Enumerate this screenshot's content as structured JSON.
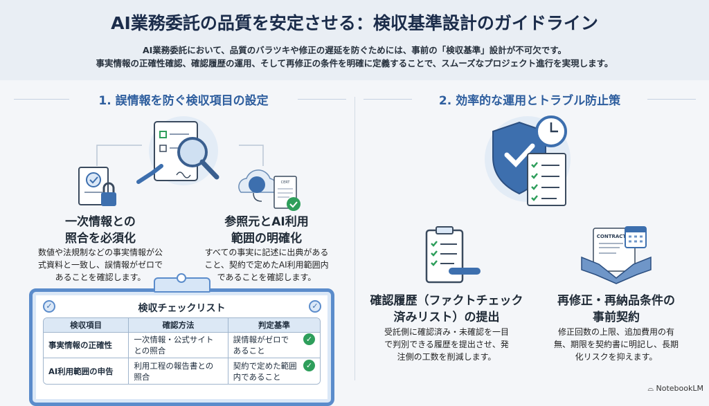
{
  "title": "AI業務委託の品質を安定させる：検収基準設計のガイドライン",
  "subtitle": [
    "AI業務委託において、品質のバラツキや修正の遅延を防ぐためには、事前の「検収基準」設計が不可欠です。",
    "事実情報の正確性確認、確認履歴の運用、そして再修正の条件を明確に定義することで、スムーズなプロジェクト進行を実現します。"
  ],
  "section1": {
    "heading": "1. 誤情報を防ぐ検収項目の設定",
    "items": [
      {
        "title": [
          "一次情報との",
          "照合を必須化"
        ],
        "body": [
          "数値や法規制などの事実情報が公",
          "式資料と一致し、誤情報がゼロで",
          "あることを確認します。"
        ]
      },
      {
        "title": [
          "参照元とAI利用",
          "範囲の明確化"
        ],
        "body": [
          "すべての事実に記述に出典がある",
          "こと、契約で定めたAI利用範囲内",
          "であることを確認します。"
        ]
      }
    ],
    "icon_doc_label": "CERT",
    "checklist": {
      "title": "検収チェックリスト",
      "headers": [
        "検収項目",
        "確認方法",
        "判定基準"
      ],
      "rows": [
        [
          "事実情報の正確性",
          [
            "一次情報・公式サイト",
            "との照合"
          ],
          [
            "誤情報がゼロで",
            "あること"
          ]
        ],
        [
          "AI利用範囲の申告",
          [
            "利用工程の報告書との",
            "照合"
          ],
          [
            "契約で定めた範囲",
            "内であること"
          ]
        ]
      ]
    }
  },
  "section2": {
    "heading": "2. 効率的な運用とトラブル防止策",
    "items": [
      {
        "title": [
          "確認履歴（ファクトチェック",
          "済みリスト）の提出"
        ],
        "body": [
          "受託側に確認済み・未確認を一目",
          "で判別できる履歴を提出させ、発",
          "注側の工数を削減します。"
        ]
      },
      {
        "title": [
          "再修正・再納品条件の",
          "事前契約"
        ],
        "body": [
          "修正回数の上限、追加費用の有",
          "無、期限を契約書に明記し、長期",
          "化リスクを抑えます。"
        ]
      }
    ],
    "contract_label": "CONTRACT"
  },
  "watermark": "NotebookLM",
  "colors": {
    "accent": "#2e5e9e",
    "title": "#1b2c4a",
    "check": "#2e9e5b",
    "border": "#5b8ccb"
  }
}
